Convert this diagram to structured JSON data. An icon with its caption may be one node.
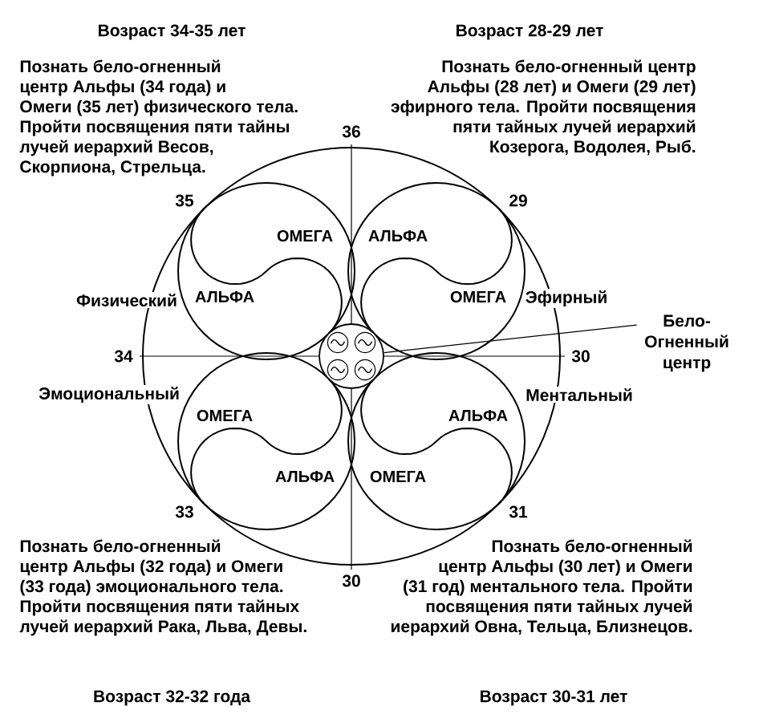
{
  "diagram": {
    "nodes": [
      {
        "text": [],
        "shape": "circle"
      },
      {
        "text": [
          "ОМЕГА",
          "АЛЬФА"
        ],
        "in": 0
      },
      {
        "text": [
          "АЛЬФА",
          "ОМЕГА"
        ],
        "in": 0
      },
      {
        "text": [
          "ОМЕГА",
          "АЛЬФА"
        ],
        "in": 0
      },
      {
        "text": [
          "АЛЬФА",
          "ОМЕГА"
        ],
        "in": 0
      },
      {
        "text": [],
        "shape": "circle",
        "in": 0
      },
      {
        "text": [
          "Бело-Огненный центр"
        ]
      }
    ],
    "edges": [
      {
        "from": 6,
        "to": 5,
        "arrow": "none"
      }
    ],
    "labels": [
      "Возраст 34-35 лет",
      "Возраст 28-29 лет",
      "Познать бело-огненный центр Альфы (34 года) и Омеги (35 лет) физического тела. Пройти посвящения пяти тайны лучей иерархий Весов, Скорпиона, Стрельца.",
      "Познать бело-огненный центр Альфы (28 лет) и Омеги (29 лет) эфирного тела. Пройти посвящения пяти тайных лучей иерархий Козерога, Водолея, Рыб.",
      "36",
      "35",
      "29",
      "Физический",
      "Эфирный",
      "34",
      "30",
      "Эмоциональный",
      "Ментальный",
      "33",
      "31",
      "30",
      "Познать бело-огненный центр Альфы (32 года) и Омеги (33 года) эмоционального тела. Пройти посвящения пяти тайных лучей иерархий Рака, Льва, Девы.",
      "Познать бело-огненный центр Альфы (30 лет) и Омеги (31 год) ментального тела. Пройти посвящения пяти тайных лучей иерархий Овна, Тельца, Близнецов.",
      "Возраст 32-32 года",
      "Возраст 30-31 лет"
    ]
  }
}
